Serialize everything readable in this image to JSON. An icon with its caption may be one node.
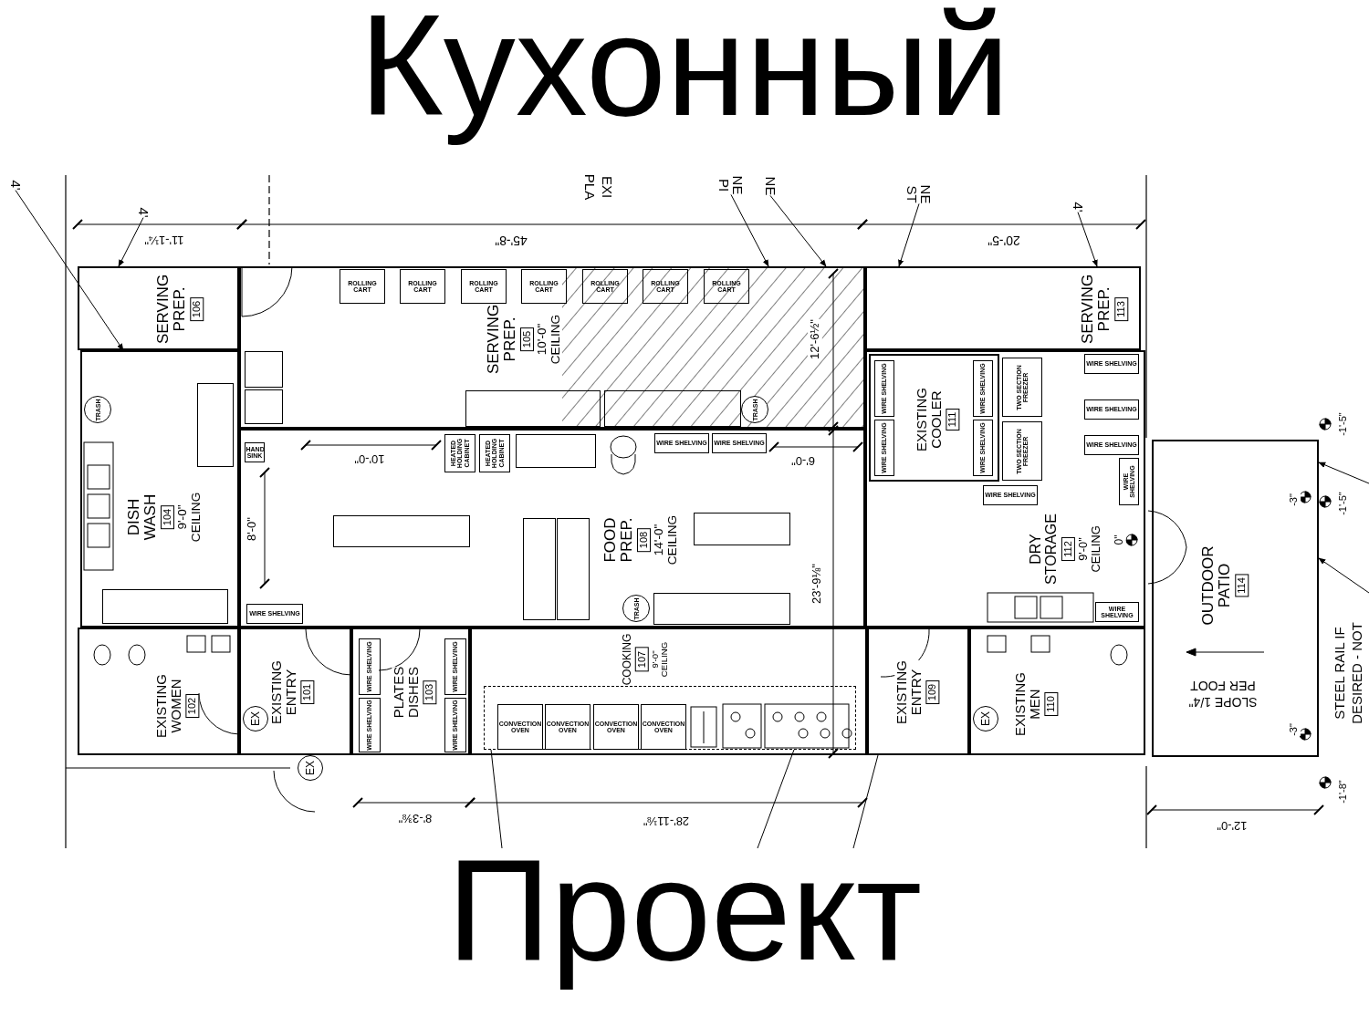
{
  "diagram": {
    "title": "Кухонный",
    "caption": "Проект",
    "nodes": [
      {
        "text": [
          "SERVING PREP.",
          "106"
        ]
      },
      {
        "text": [
          "SERVING PREP.",
          "105",
          "10'-0\" CEILING"
        ]
      },
      {
        "text": [
          "SERVING PREP.",
          "113"
        ]
      },
      {
        "text": [
          "DISH WASH",
          "104",
          "9'-0\" CEILING"
        ]
      },
      {
        "text": [
          "FOOD PREP.",
          "108",
          "14'-0\" CEILING"
        ]
      },
      {
        "text": [
          "DRY STORAGE",
          "112",
          "9'-0\" CEILING"
        ]
      },
      {
        "text": [
          "EXISTING COOLER",
          "111"
        ],
        "in": 5
      },
      {
        "text": [
          "EXISTING WOMEN",
          "102"
        ]
      },
      {
        "text": [
          "EXISTING ENTRY",
          "101"
        ]
      },
      {
        "text": [
          "PLATES DISHES",
          "103"
        ]
      },
      {
        "text": [
          "COOKING",
          "107",
          "9'-0\" CEILING"
        ]
      },
      {
        "text": [
          "EXISTING ENTRY",
          "109"
        ]
      },
      {
        "text": [
          "EXISTING MEN",
          "110"
        ]
      },
      {
        "text": [
          "OUTDOOR PATIO",
          "114"
        ]
      },
      {
        "text": [
          "ROLLING CART"
        ],
        "in": 1
      },
      {
        "text": [
          "ROLLING CART"
        ],
        "in": 1
      },
      {
        "text": [
          "ROLLING CART"
        ],
        "in": 1
      },
      {
        "text": [
          "ROLLING CART"
        ],
        "in": 1
      },
      {
        "text": [
          "ROLLING CART"
        ],
        "in": 1
      },
      {
        "text": [
          "ROLLING CART"
        ],
        "in": 1
      },
      {
        "text": [
          "ROLLING CART"
        ],
        "in": 1
      },
      {
        "text": [],
        "shape": "box",
        "in": 1
      },
      {
        "text": [],
        "shape": "box",
        "in": 1
      },
      {
        "text": [
          "TRASH"
        ],
        "in": 1
      },
      {
        "text": [],
        "shape": "box",
        "in": 1
      },
      {
        "text": [],
        "shape": "box",
        "in": 1
      },
      {
        "text": [
          "HEATED HOLDING CABINET"
        ],
        "in": 4
      },
      {
        "text": [
          "HEATED HOLDING CABINET"
        ],
        "in": 4
      },
      {
        "text": [],
        "shape": "box",
        "in": 4
      },
      {
        "text": [
          "WIRE SHELVING"
        ],
        "in": 4
      },
      {
        "text": [
          "WIRE SHELVING"
        ],
        "in": 4
      },
      {
        "text": [],
        "shape": "box",
        "in": 4
      },
      {
        "text": [],
        "shape": "box",
        "in": 4
      },
      {
        "text": [],
        "shape": "box",
        "in": 4
      },
      {
        "text": [],
        "shape": "box",
        "in": 4
      },
      {
        "text": [],
        "shape": "box",
        "in": 4
      },
      {
        "text": [
          "TRASH"
        ],
        "in": 4
      },
      {
        "text": [
          "HAND SINK"
        ],
        "in": 4
      },
      {
        "text": [
          "WIRE SHELVING"
        ],
        "in": 4
      },
      {
        "text": [
          "TRASH"
        ],
        "in": 3
      },
      {
        "text": [],
        "shape": "box",
        "in": 3
      },
      {
        "text": [],
        "shape": "box",
        "in": 3
      },
      {
        "text": [
          "TWO SECTION FREEZER"
        ],
        "in": 5
      },
      {
        "text": [
          "TWO SECTION FREEZER"
        ],
        "in": 5
      },
      {
        "text": [
          "WIRE SHELVING"
        ],
        "in": 5
      },
      {
        "text": [
          "WIRE SHELVING"
        ],
        "in": 5
      },
      {
        "text": [
          "WIRE SHELVING"
        ],
        "in": 5
      },
      {
        "text": [
          "WIRE SHELVING"
        ],
        "in": 5
      },
      {
        "text": [
          "WIRE SHELVING"
        ],
        "in": 5
      },
      {
        "text": [
          "WIRE SHELVING"
        ],
        "in": 5
      },
      {
        "text": [
          "WIRE SHELVING"
        ],
        "in": 6
      },
      {
        "text": [
          "WIRE SHELVING"
        ],
        "in": 6
      },
      {
        "text": [
          "WIRE SHELVING"
        ],
        "in": 6
      },
      {
        "text": [
          "WIRE SHELVING"
        ],
        "in": 6
      },
      {
        "text": [
          "WIRE SHELVING"
        ],
        "in": 9
      },
      {
        "text": [
          "WIRE SHELVING"
        ],
        "in": 9
      },
      {
        "text": [
          "WIRE SHELVING"
        ],
        "in": 9
      },
      {
        "text": [
          "WIRE SHELVING"
        ],
        "in": 9
      },
      {
        "text": [
          "CONVECTION OVEN"
        ],
        "in": 71
      },
      {
        "text": [
          "CONVECTION OVEN"
        ],
        "in": 71
      },
      {
        "text": [
          "CONVECTION OVEN"
        ],
        "in": 71
      },
      {
        "text": [
          "CONVECTION OVEN"
        ],
        "in": 71
      },
      {
        "text": [
          "EX"
        ],
        "in": 8
      },
      {
        "text": [
          "EX"
        ],
        "in": 12
      },
      {
        "text": [
          "EX"
        ]
      },
      {
        "text": [
          "4'"
        ]
      },
      {
        "text": [
          "4'"
        ]
      },
      {
        "text": [
          "NE PI"
        ]
      },
      {
        "text": [
          "NE"
        ]
      },
      {
        "text": [
          "NE ST"
        ]
      },
      {
        "text": [
          "4'"
        ]
      },
      {
        "text": [],
        "shape": "box",
        "in": 10
      }
    ],
    "edges": [
      {
        "from": 65,
        "to": 0,
        "arrow": "to"
      },
      {
        "from": 66,
        "to": 0,
        "arrow": "to"
      },
      {
        "from": 67,
        "to": 1,
        "arrow": "to"
      },
      {
        "from": 68,
        "to": 1,
        "arrow": "to"
      },
      {
        "from": 69,
        "to": 2,
        "arrow": "to"
      },
      {
        "from": 70,
        "to": 2,
        "arrow": "to"
      },
      {
        "from": null,
        "to": 71,
        "arrow": "none"
      },
      {
        "from": null,
        "to": 71,
        "arrow": "none"
      },
      {
        "from": null,
        "to": 11,
        "arrow": "none"
      },
      {
        "from": null,
        "to": 13,
        "arrow": "to"
      },
      {
        "from": null,
        "to": 13,
        "arrow": "to"
      }
    ],
    "labels": [
      "EXI PLA",
      "11'-1¼\"",
      "45'-8\"",
      "20'-5\"",
      "10'-0\"",
      "6'-0\"",
      "12'-6½\"",
      "8'-0\"",
      "23'-9⅛\"",
      "8'-3⅜\"",
      "28'-11⅛\"",
      "12'-0\"",
      "0\"",
      "-1'-5\"",
      "-1'-5\"",
      "-3\"",
      "-3\"",
      "-1'-8\"",
      "SLOPE 1/4\" PER FOOT",
      "STEEL RAIL IF DESIRED - NOT"
    ]
  }
}
